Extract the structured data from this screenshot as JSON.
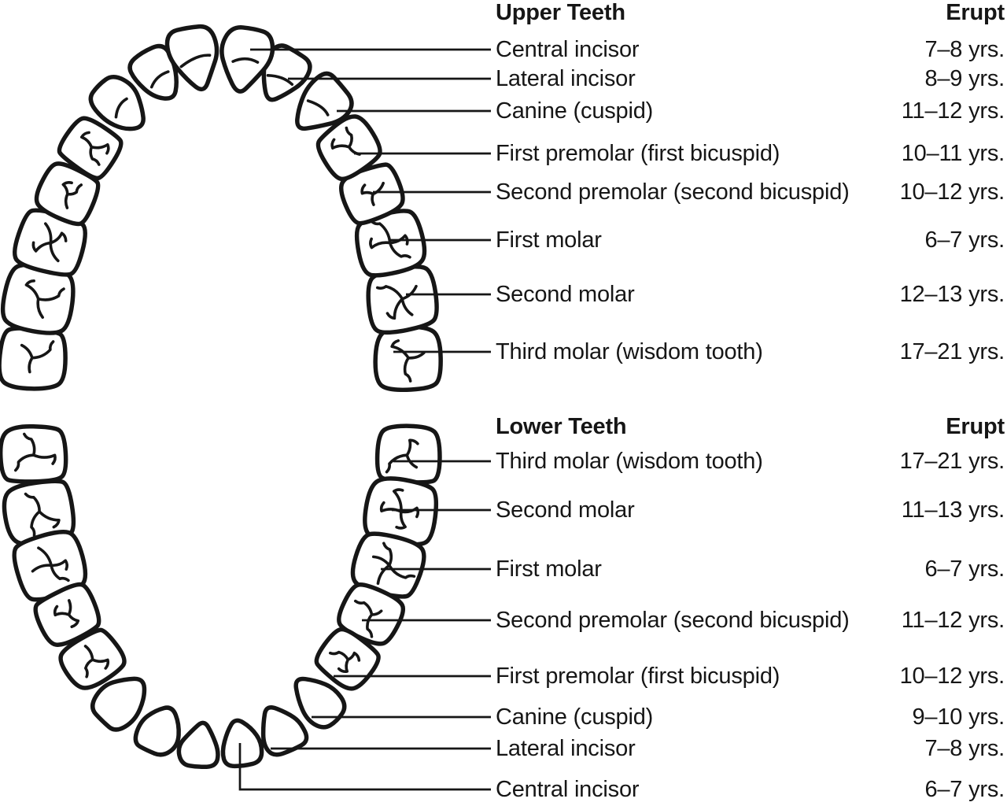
{
  "colors": {
    "ink": "#161616",
    "background": "#ffffff"
  },
  "upper": {
    "title": "Upper Teeth",
    "erupt_header": "Erupt",
    "rows": [
      {
        "label": "Central incisor",
        "age": "7–8 yrs."
      },
      {
        "label": "Lateral incisor",
        "age": "8–9 yrs."
      },
      {
        "label": "Canine (cuspid)",
        "age": "11–12 yrs."
      },
      {
        "label": "First premolar (first bicuspid)",
        "age": "10–11 yrs."
      },
      {
        "label": "Second premolar (second bicuspid)",
        "age": "10–12 yrs."
      },
      {
        "label": "First molar",
        "age": "6–7 yrs."
      },
      {
        "label": "Second molar",
        "age": "12–13 yrs."
      },
      {
        "label": "Third molar (wisdom tooth)",
        "age": "17–21 yrs."
      }
    ]
  },
  "lower": {
    "title": "Lower Teeth",
    "erupt_header": "Erupt",
    "rows": [
      {
        "label": "Third molar (wisdom tooth)",
        "age": "17–21 yrs."
      },
      {
        "label": "Second molar",
        "age": "11–13 yrs."
      },
      {
        "label": "First molar",
        "age": "6–7 yrs."
      },
      {
        "label": "Second premolar (second bicuspid)",
        "age": "11–12 yrs."
      },
      {
        "label": "First premolar (first bicuspid)",
        "age": "10–12 yrs."
      },
      {
        "label": "Canine (cuspid)",
        "age": "9–10 yrs."
      },
      {
        "label": "Lateral incisor",
        "age": "7–8 yrs."
      },
      {
        "label": "Central incisor",
        "age": "6–7 yrs."
      }
    ]
  }
}
